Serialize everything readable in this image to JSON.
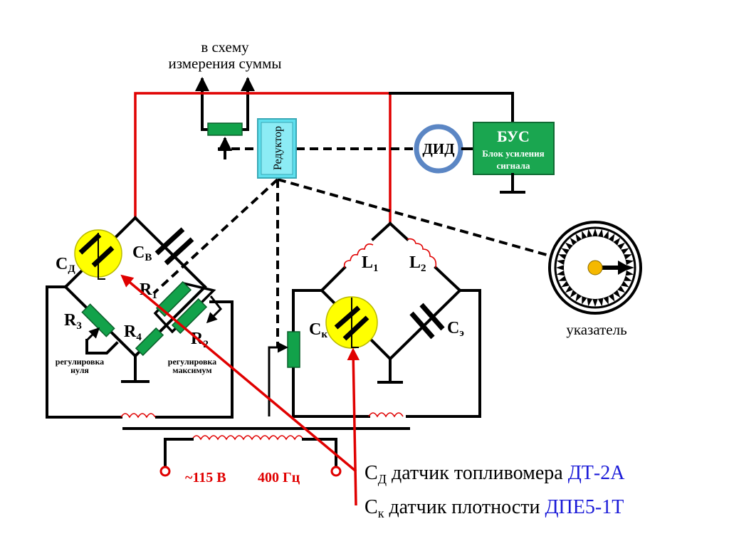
{
  "diagram": {
    "top_label_line1": "в схему",
    "top_label_line2": "измерения суммы",
    "reducer_label": "Редуктор",
    "did_label": "ДИД",
    "bus": {
      "title": "БУС",
      "line1": "Блок усиления",
      "line2": "сигнала"
    },
    "left_bridge": {
      "cd_label": "C",
      "cd_sub": "Д",
      "cv_label": "C",
      "cv_sub": "В",
      "r1": "R",
      "r1_sub": "1",
      "r2": "R",
      "r2_sub": "2",
      "r3": "R",
      "r3_sub": "3",
      "r4": "R",
      "r4_sub": "4",
      "zero_adj_line1": "регулировка",
      "zero_adj_line2": "нуля",
      "max_adj_line1": "регулировка",
      "max_adj_line2": "максимум"
    },
    "right_bridge": {
      "l1": "L",
      "l1_sub": "1",
      "l2": "L",
      "l2_sub": "2",
      "ck_label": "C",
      "ck_sub": "к",
      "ce_label": "C",
      "ce_sub": "э"
    },
    "indicator_label": "указатель",
    "power": {
      "voltage": "~115 В",
      "frequency": "400 Гц"
    },
    "legend": [
      {
        "sym": "C",
        "sub": "Д",
        "text": "датчик топливомера",
        "model": "ДТ-2А"
      },
      {
        "sym": "C",
        "sub": "к",
        "text": "датчик плотности",
        "model": "ДПЕ5-1Т"
      }
    ],
    "colors": {
      "wire_red": "#e00000",
      "resistor_green": "#12a24a",
      "sensor_yellow": "#ffff00",
      "reducer_cyan": "#5fe0ee",
      "bus_green": "#1aa650",
      "did_blue": "#5b86c4",
      "model_blue": "#1a1ad8",
      "needle_hub": "#f5b800"
    }
  }
}
